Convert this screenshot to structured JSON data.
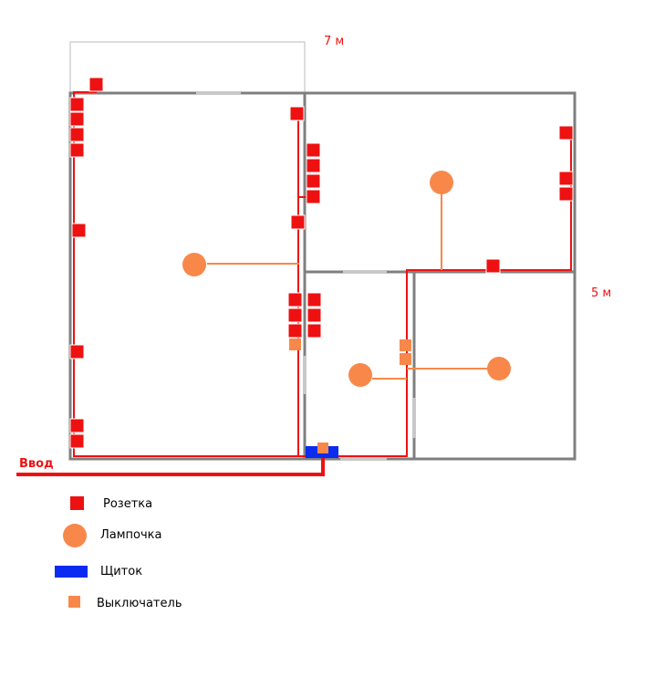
{
  "dimensions": {
    "width_label": "7 м",
    "height_label": "5 м"
  },
  "input_label": "Ввод",
  "legend": {
    "outlet": "Розетка",
    "lamp": "Лампочка",
    "panel": "Щиток",
    "switch": "Выключатель"
  },
  "colors": {
    "wall": "#7f7f7f",
    "door": "#c8c8c8",
    "outlet": "#ee1111",
    "wire_power": "#ee1111",
    "lamp": "#f8884a",
    "wire_light": "#f8884a",
    "panel": "#0a2cf0",
    "switch": "#f8884a",
    "label": "#ee1111"
  },
  "icons": {
    "outlet": "red-square",
    "lamp": "orange-circle",
    "panel": "blue-rectangle",
    "switch": "orange-square"
  }
}
